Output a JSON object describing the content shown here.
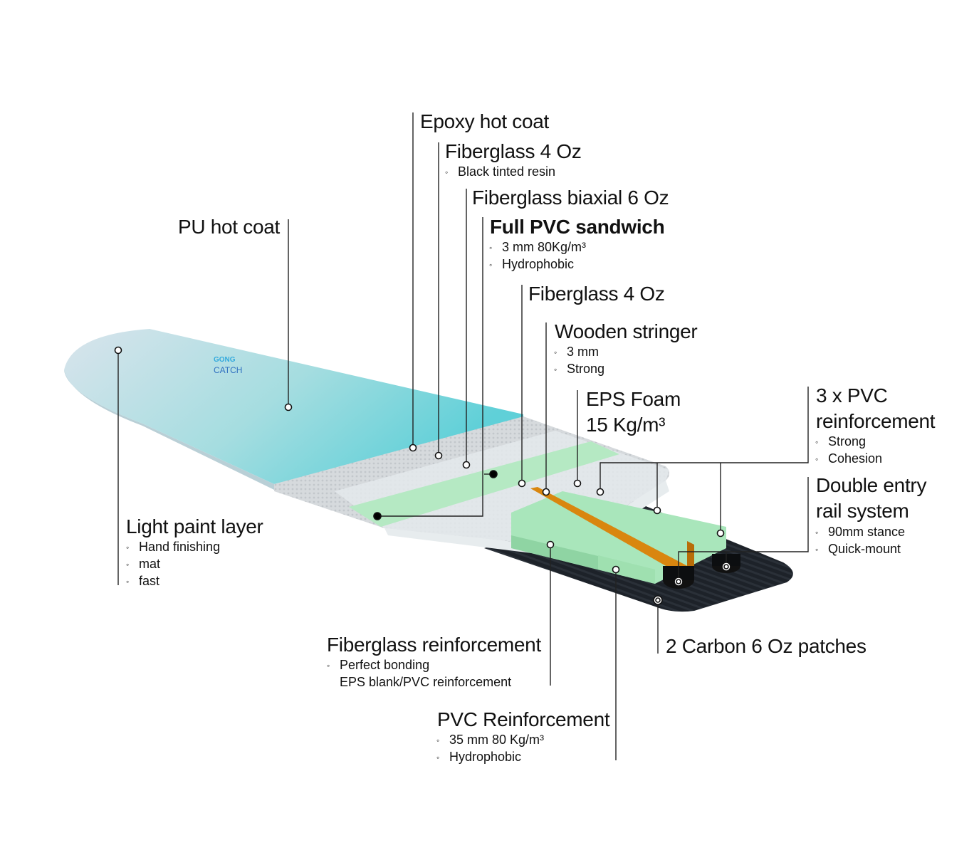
{
  "logo_text": "GONG CATCH",
  "labels": {
    "epoxy_hot_coat": {
      "title": "Epoxy hot coat"
    },
    "fiberglass_4oz_top": {
      "title": "Fiberglass 4 Oz",
      "items": [
        "Black tinted resin"
      ]
    },
    "fiberglass_biaxial": {
      "title": "Fiberglass biaxial 6 Oz"
    },
    "full_pvc_sandwich": {
      "title": "Full PVC sandwich",
      "items": [
        "3 mm 80Kg/m³",
        "Hydrophobic"
      ]
    },
    "pu_hot_coat": {
      "title": "PU hot coat"
    },
    "fiberglass_4oz_mid": {
      "title": "Fiberglass 4 Oz"
    },
    "wooden_stringer": {
      "title": "Wooden stringer",
      "items": [
        "3 mm",
        "Strong"
      ]
    },
    "eps_foam": {
      "title_line1": "EPS Foam",
      "title_line2": "15 Kg/m³"
    },
    "pvc_reinforcement_3x": {
      "title_line1": "3 x PVC",
      "title_line2": "reinforcement",
      "items": [
        "Strong",
        "Cohesion"
      ]
    },
    "double_entry_rail": {
      "title_line1": "Double entry",
      "title_line2": "rail system",
      "items": [
        "90mm stance",
        "Quick-mount"
      ]
    },
    "light_paint_layer": {
      "title": "Light paint layer",
      "items": [
        "Hand finishing",
        "mat",
        "fast"
      ]
    },
    "fiberglass_reinforcement": {
      "title": "Fiberglass reinforcement",
      "items": [
        "Perfect bonding",
        "EPS blank/PVC reinforcement"
      ]
    },
    "pvc_reinforcement": {
      "title": "PVC Reinforcement",
      "items": [
        "35 mm 80 Kg/m³",
        "Hydrophobic"
      ]
    },
    "carbon_patches": {
      "title": "2 Carbon 6 Oz patches"
    }
  },
  "bullet": "◦",
  "colors": {
    "deck_start": "#d6e3ea",
    "deck_end": "#74d3d6",
    "foam_green": "#9fe3b2",
    "stringer": "#d9860f",
    "carbon": "#1c2128"
  }
}
